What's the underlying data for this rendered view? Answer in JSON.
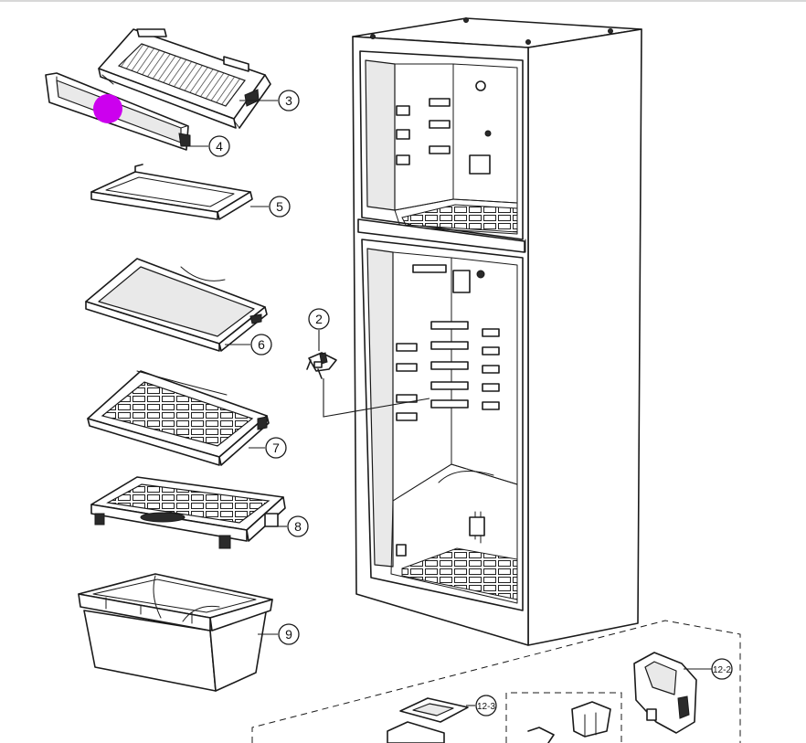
{
  "callouts": {
    "c2": "2",
    "c3": "3",
    "c4": "4",
    "c5": "5",
    "c6": "6",
    "c7": "7",
    "c8": "8",
    "c9": "9",
    "c12_2": "12-2",
    "c12_3": "12-3"
  },
  "colors": {
    "line": "#1a1a1a",
    "marker": "#cc00ee"
  }
}
